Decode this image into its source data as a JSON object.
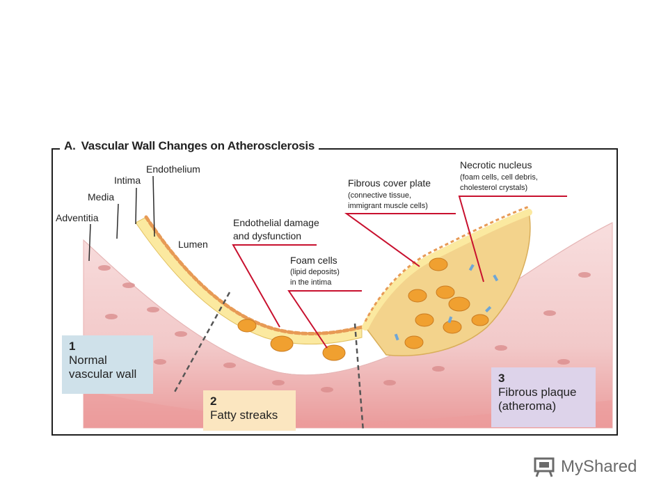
{
  "figure": {
    "title_num": "A.",
    "title": "Vascular Wall Changes on Atherosclerosis"
  },
  "layers": {
    "adventitia": "Adventitia",
    "media": "Media",
    "intima": "Intima",
    "endothelium": "Endothelium",
    "lumen": "Lumen"
  },
  "annotations": {
    "endothelial_damage_1": "Endothelial damage",
    "endothelial_damage_2": "and dysfunction",
    "foam_cells": "Foam cells",
    "foam_cells_sub_1": "(lipid deposits)",
    "foam_cells_sub_2": "in the intima",
    "fibrous_cover": "Fibrous cover plate",
    "fibrous_cover_sub_1": "(connective tissue,",
    "fibrous_cover_sub_2": "immigrant muscle cells)",
    "necrotic": "Necrotic nucleus",
    "necrotic_sub_1": "(foam cells, cell debris,",
    "necrotic_sub_2": "cholesterol crystals)"
  },
  "stages": [
    {
      "num": "1",
      "line1": "Normal",
      "line2": "vascular wall",
      "color": "#cfe1ea"
    },
    {
      "num": "2",
      "line1": "Fatty streaks",
      "line2": "",
      "color": "#fbe6c0"
    },
    {
      "num": "3",
      "line1": "Fibrous plaque",
      "line2": "(atheroma)",
      "color": "#ddd3ea"
    }
  ],
  "colors": {
    "pointer": "#c8102e",
    "vessel_outer": "#f2c6c6",
    "vessel_inner": "#f7dcdc",
    "intima": "#fbeaa0",
    "plaque": "#f2d28a",
    "endothelium": "#e9a060",
    "foam_cell": "#f0a030"
  },
  "logo": {
    "text": "MyShared"
  }
}
